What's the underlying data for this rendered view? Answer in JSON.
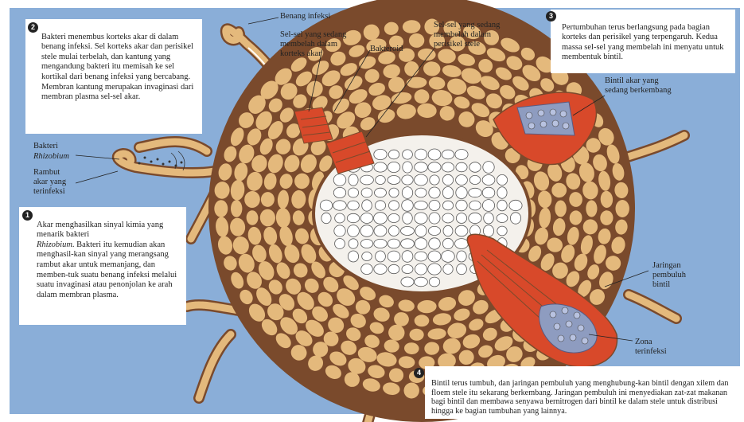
{
  "steps": {
    "s1": {
      "number": "1",
      "text_a": "Akar menghasilkan sinyal kimia yang menarik bakteri",
      "text_b": "Rhizobium",
      "text_c": ". Bakteri itu kemudian akan menghasil-kan sinyal yang merangsang rambut akar untuk memanjang, dan memben-tuk suatu benang infeksi melalui suatu invaginasi atau penonjolan ke arah dalam membran plasma."
    },
    "s2": {
      "number": "2",
      "text": "Bakteri menembus korteks akar di dalam benang infeksi. Sel korteks akar dan perisikel stele mulai terbelah, dan kantung yang mengandung bakteri itu memisah ke sel kortikal dari benang infeksi yang bercabang. Membran kantung merupakan invaginasi dari membran plasma sel-sel akar."
    },
    "s3": {
      "number": "3",
      "text": "Pertumbuhan terus berlangsung pada bagian korteks dan perisikel yang terpengaruh. Kedua massa sel-sel yang membelah ini menyatu untuk membentuk bintil."
    },
    "s4": {
      "number": "4",
      "text": "Bintil terus tumbuh, dan jaringan pembuluh yang menghubung-kan bintil dengan xilem dan floem stele itu sekarang berkembang. Jaringan pembuluh ini menyediakan zat-zat makanan bagi bintil dan membawa senyawa bernitrogen dari bintil ke dalam stele untuk distribusi hingga ke bagian tumbuhan yang lainnya."
    }
  },
  "labels": {
    "bakteri": "Bakteri",
    "rhizobium": "Rhizobium",
    "rambut": "Rambut\nakar yang\nterinfeksi",
    "benang": "Benang infeksi",
    "selkorteks": "Sel-sel yang sedang\nmembelah dalam\nkorteks akar",
    "bakteroid": "Bakteroid",
    "selperisikel": "Sel-sel yang sedang\nmembelah dalam\nperisikel stele",
    "bintil": "Bintil akar yang\nsedang berkembang",
    "jaringan": "Jaringan\npembuluh\nbintil",
    "zona": "Zona\nterinfeksi"
  },
  "colors": {
    "background": "#8aaed8",
    "cortex_cell": "#e4b97c",
    "cell_wall": "#7a4a2c",
    "dividing_cells": "#d8492a",
    "stele": "#ffffff",
    "infected": "#8e9cc0"
  }
}
